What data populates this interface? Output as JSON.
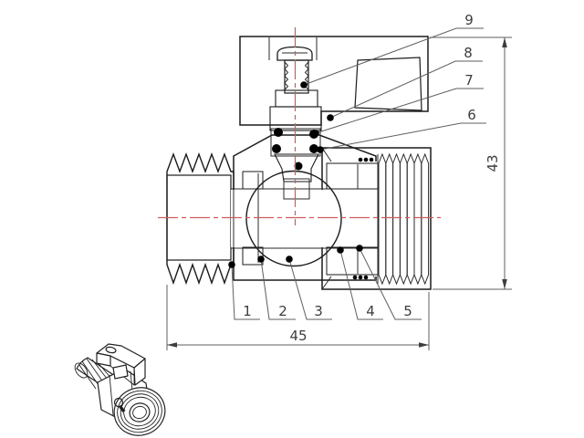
{
  "drawing": {
    "type": "technical-section-drawing",
    "subject": "mini ball valve cross-section",
    "dimensions": {
      "width_label": "45",
      "height_label": "43"
    },
    "callouts": [
      {
        "label": "1"
      },
      {
        "label": "2"
      },
      {
        "label": "3"
      },
      {
        "label": "4"
      },
      {
        "label": "5"
      },
      {
        "label": "6"
      },
      {
        "label": "7"
      },
      {
        "label": "8"
      },
      {
        "label": "9"
      }
    ],
    "colors": {
      "line": "#1b1b1b",
      "dimension_line": "#5f5f5f",
      "centerline_red": "#cf5b5b",
      "text": "#3d3d3d",
      "callout_dot": "#000000",
      "background": "#ffffff"
    }
  }
}
